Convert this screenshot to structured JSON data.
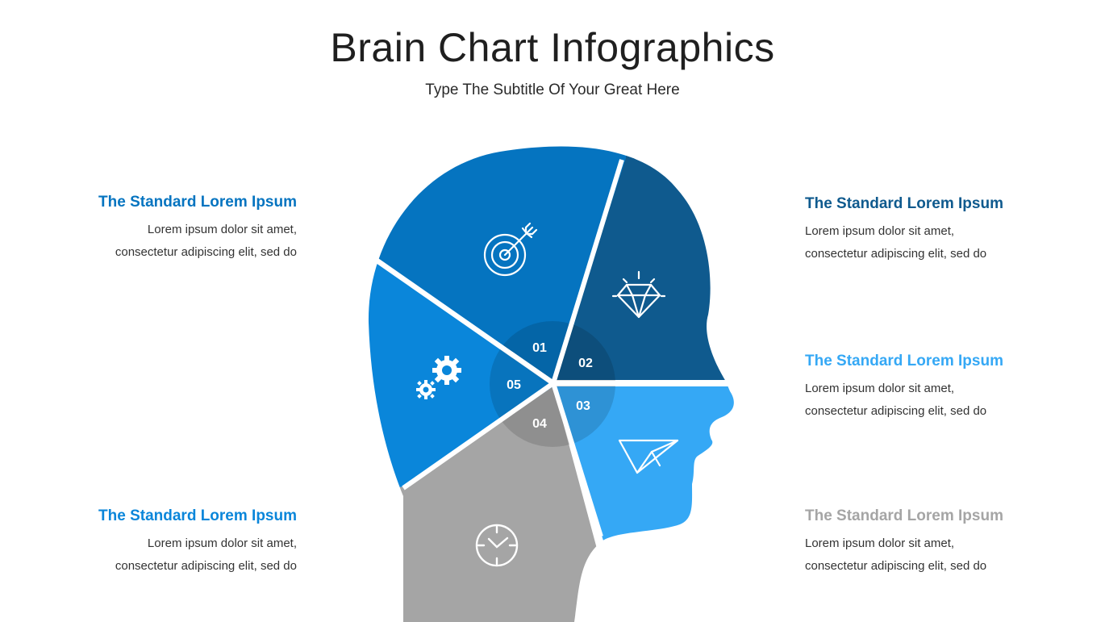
{
  "title": "Brain Chart Infographics",
  "subtitle": "Type The Subtitle Of Your Great Here",
  "colors": {
    "s01": "#0574c0",
    "s02": "#0f5a8e",
    "s03": "#35a8f5",
    "s04": "#a5a5a5",
    "s05": "#0a86da",
    "center": "#000000"
  },
  "segments": [
    {
      "number": "01",
      "icon": "target-arrow-icon"
    },
    {
      "number": "02",
      "icon": "diamond-icon"
    },
    {
      "number": "03",
      "icon": "paper-plane-icon"
    },
    {
      "number": "04",
      "icon": "clock-icon"
    },
    {
      "number": "05",
      "icon": "gears-icon"
    }
  ],
  "blocks": {
    "left_top": {
      "heading": "The Standard Lorem Ipsum",
      "line1": "Lorem ipsum dolor sit amet,",
      "line2": "consectetur adipiscing elit, sed do",
      "color": "#0574c0"
    },
    "left_bottom": {
      "heading": "The Standard Lorem Ipsum",
      "line1": "Lorem ipsum dolor sit amet,",
      "line2": "consectetur adipiscing elit, sed do",
      "color": "#0a86da"
    },
    "right_1": {
      "heading": "The Standard Lorem Ipsum",
      "line1": "Lorem ipsum dolor sit amet,",
      "line2": "consectetur adipiscing elit, sed do",
      "color": "#0f5a8e"
    },
    "right_2": {
      "heading": "The Standard Lorem Ipsum",
      "line1": "Lorem ipsum dolor sit amet,",
      "line2": "consectetur adipiscing elit, sed do",
      "color": "#35a8f5"
    },
    "right_3": {
      "heading": "The Standard Lorem Ipsum",
      "line1": "Lorem ipsum dolor sit amet,",
      "line2": "consectetur adipiscing elit, sed do",
      "color": "#a5a5a5"
    }
  }
}
